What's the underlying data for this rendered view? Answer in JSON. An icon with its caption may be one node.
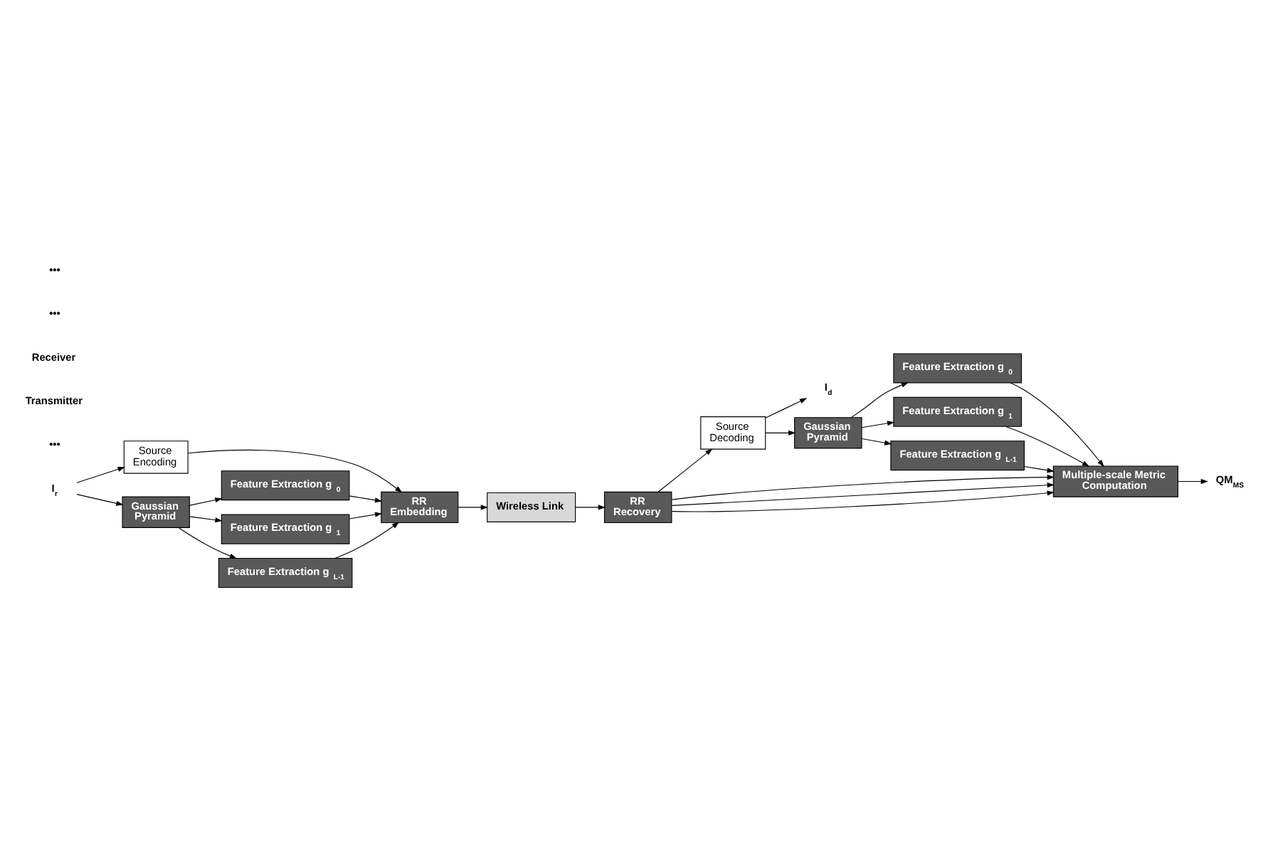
{
  "diagram": {
    "nodes": [
      {
        "text": [
          "I$_{r}$"
        ]
      },
      {
        "text": [
          "Source Encoding"
        ]
      },
      {
        "text": [
          "Gaussian Pyramid"
        ]
      },
      {
        "text": [
          "Feature Extraction g$_{0}$"
        ]
      },
      {
        "text": [
          "Feature Extraction g$_{1}$"
        ]
      },
      {
        "text": [
          "Feature Extraction g$_{L-1}$"
        ]
      },
      {
        "text": [
          "RR Embedding"
        ]
      },
      {
        "text": [
          "Wireless Link"
        ]
      },
      {
        "text": [
          "RR Recovery"
        ]
      },
      {
        "text": [
          "Source Decoding"
        ]
      },
      {
        "text": [
          "I$_{d}$"
        ]
      },
      {
        "text": [
          "Gaussian Pyramid"
        ]
      },
      {
        "text": [
          "Feature Extraction g$_{0}$"
        ]
      },
      {
        "text": [
          "Feature Extraction g$_{1}$"
        ]
      },
      {
        "text": [
          "Feature Extraction g$_{L-1}$"
        ]
      },
      {
        "text": [
          "Multiple-scale Metric Computation"
        ]
      },
      {
        "text": [
          "QM$_{MS}$"
        ]
      }
    ],
    "edges": [
      {
        "from": 0,
        "to": 1,
        "arrow": "to"
      },
      {
        "from": 0,
        "to": 2,
        "arrow": "to"
      },
      {
        "from": 1,
        "to": 6,
        "arrow": "to"
      },
      {
        "from": 2,
        "to": 3,
        "arrow": "to"
      },
      {
        "from": 2,
        "to": 4,
        "arrow": "to"
      },
      {
        "from": 2,
        "to": 5,
        "arrow": "to"
      },
      {
        "from": 3,
        "to": 6,
        "arrow": "to"
      },
      {
        "from": 4,
        "to": 6,
        "arrow": "to"
      },
      {
        "from": 5,
        "to": 6,
        "arrow": "to"
      },
      {
        "from": 6,
        "to": 7,
        "arrow": "to"
      },
      {
        "from": 7,
        "to": 8,
        "arrow": "to"
      },
      {
        "from": 8,
        "to": 9,
        "arrow": "to"
      },
      {
        "from": 9,
        "to": 10,
        "arrow": "to"
      },
      {
        "from": 9,
        "to": 11,
        "arrow": "to"
      },
      {
        "from": 11,
        "to": 12,
        "arrow": "to"
      },
      {
        "from": 11,
        "to": 13,
        "arrow": "to"
      },
      {
        "from": 11,
        "to": 14,
        "arrow": "to"
      },
      {
        "from": 12,
        "to": 15,
        "arrow": "to"
      },
      {
        "from": 13,
        "to": 15,
        "arrow": "to"
      },
      {
        "from": 14,
        "to": 15,
        "arrow": "to"
      },
      {
        "from": 8,
        "to": 15,
        "arrow": "to"
      },
      {
        "from": 8,
        "to": 15,
        "arrow": "to"
      },
      {
        "from": 8,
        "to": 15,
        "arrow": "to"
      },
      {
        "from": 15,
        "to": 16,
        "arrow": "to"
      }
    ],
    "labels": [
      "•••",
      "Transmitter",
      "Receiver",
      "•••",
      "•••"
    ]
  }
}
